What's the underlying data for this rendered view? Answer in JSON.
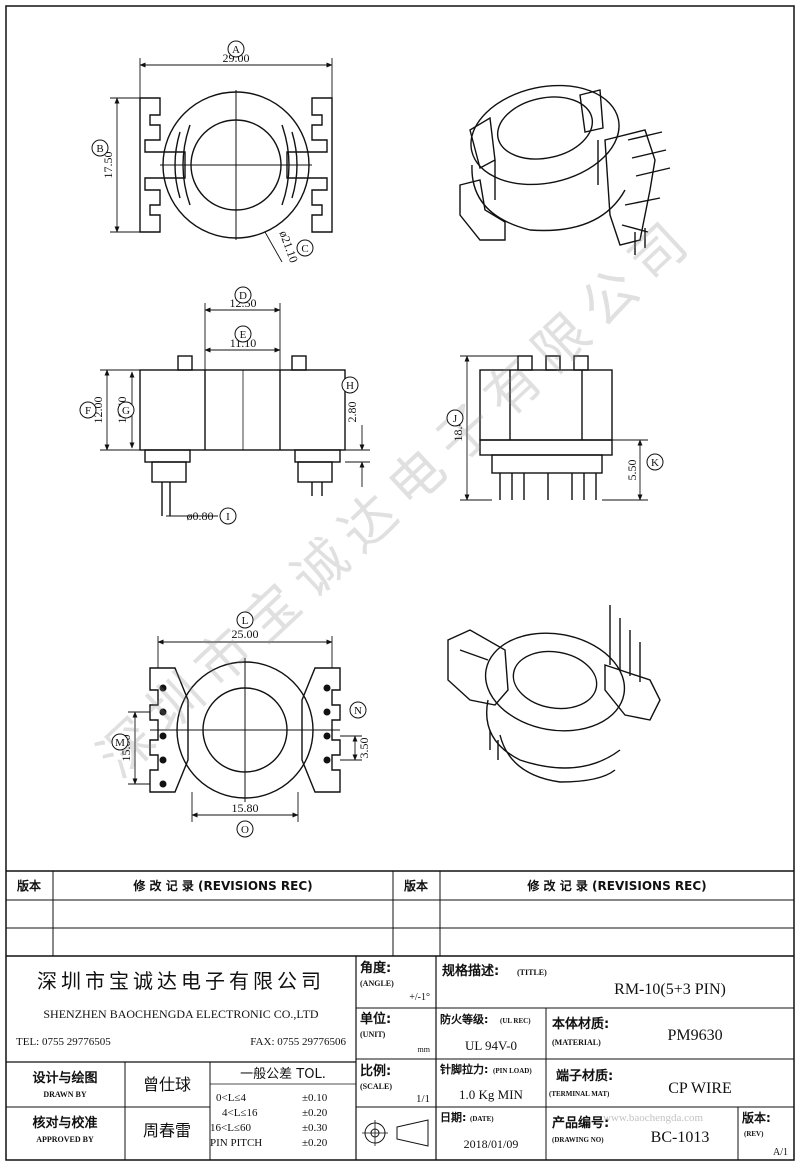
{
  "views": {
    "A": {
      "label": "A",
      "value": "29.00"
    },
    "B": {
      "label": "B",
      "value": "17.50"
    },
    "C": {
      "label": "C",
      "value": "ø21.10"
    },
    "D": {
      "label": "D",
      "value": "12.50"
    },
    "E": {
      "label": "E",
      "value": "11.10"
    },
    "F": {
      "label": "F",
      "value": "12.00"
    },
    "G": {
      "label": "G",
      "value": "10.40"
    },
    "H": {
      "label": "H",
      "value": "2.80"
    },
    "I": {
      "label": "I",
      "value": "ø0.80"
    },
    "J": {
      "label": "J",
      "value": "18.40"
    },
    "K": {
      "label": "K",
      "value": "5.50"
    },
    "L": {
      "label": "L",
      "value": "25.00"
    },
    "M": {
      "label": "M",
      "value": "15.00"
    },
    "N": {
      "label": "N",
      "value": "3.50"
    },
    "O": {
      "label": "O",
      "value": "15.80"
    }
  },
  "watermark": {
    "diagonal": "深圳市宝诚达电子有限公司",
    "bottom_right": "www.baochengda.com"
  },
  "revisions": {
    "ver_left": "版本",
    "rec_left": "修  改  记  录   (REVISIONS REC)",
    "ver_right": "版本",
    "rec_right": "修  改  记  录   (REVISIONS REC)"
  },
  "titleblock": {
    "company_cn": "深圳市宝诚达电子有限公司",
    "company_en": "SHENZHEN BAOCHENGDA ELECTRONIC CO.,LTD",
    "tel": "TEL: 0755 29776505",
    "fax": "FAX: 0755 29776506",
    "designer_cn": "设计与绘图",
    "designer_en": "DRAWN BY",
    "designer_name": "曾仕球",
    "checker_cn": "核对与校准",
    "checker_en": "APPROVED BY",
    "checker_name": "周春雷",
    "tol_title": "一般公差  TOL.",
    "tol_rows": [
      {
        "range": "0<L≤4",
        "val": "±0.10"
      },
      {
        "range": "4<L≤16",
        "val": "±0.20"
      },
      {
        "range": "16<L≤60",
        "val": "±0.30"
      },
      {
        "range": "PIN PITCH",
        "val": "±0.20"
      }
    ],
    "angle_cn": "角度:",
    "angle_en": "(ANGLE)",
    "angle_val": "+/-1°",
    "unit_cn": "单位:",
    "unit_en": "(UNIT)",
    "unit_val": "mm",
    "scale_cn": "比例:",
    "scale_en": "(SCALE)",
    "scale_val": "1/1",
    "title_cn": "规格描述:",
    "title_en": "(TITLE)",
    "title_val": "RM-10(5+3 PIN)",
    "ulrec_cn": "防火等级:",
    "ulrec_en": "(UL REC)",
    "ulrec_val": "UL 94V-0",
    "material_cn": "本体材质:",
    "material_en": "(MATERIAL)",
    "material_val": "PM9630",
    "pinload_cn": "针脚拉力:",
    "pinload_en": "(PIN LOAD)",
    "pinload_val": "1.0 Kg MIN",
    "terminal_cn": "端子材质:",
    "terminal_en": "(TERMINAL MAT)",
    "terminal_val": "CP WIRE",
    "date_cn": "日期:",
    "date_en": "(DATE)",
    "date_val": "2018/01/09",
    "drawno_cn": "产品编号:",
    "drawno_en": "(DRAWING NO)",
    "drawno_val": "BC-1013",
    "rev_cn": "版本:",
    "rev_en": "(REV)",
    "rev_val": "A/1"
  }
}
